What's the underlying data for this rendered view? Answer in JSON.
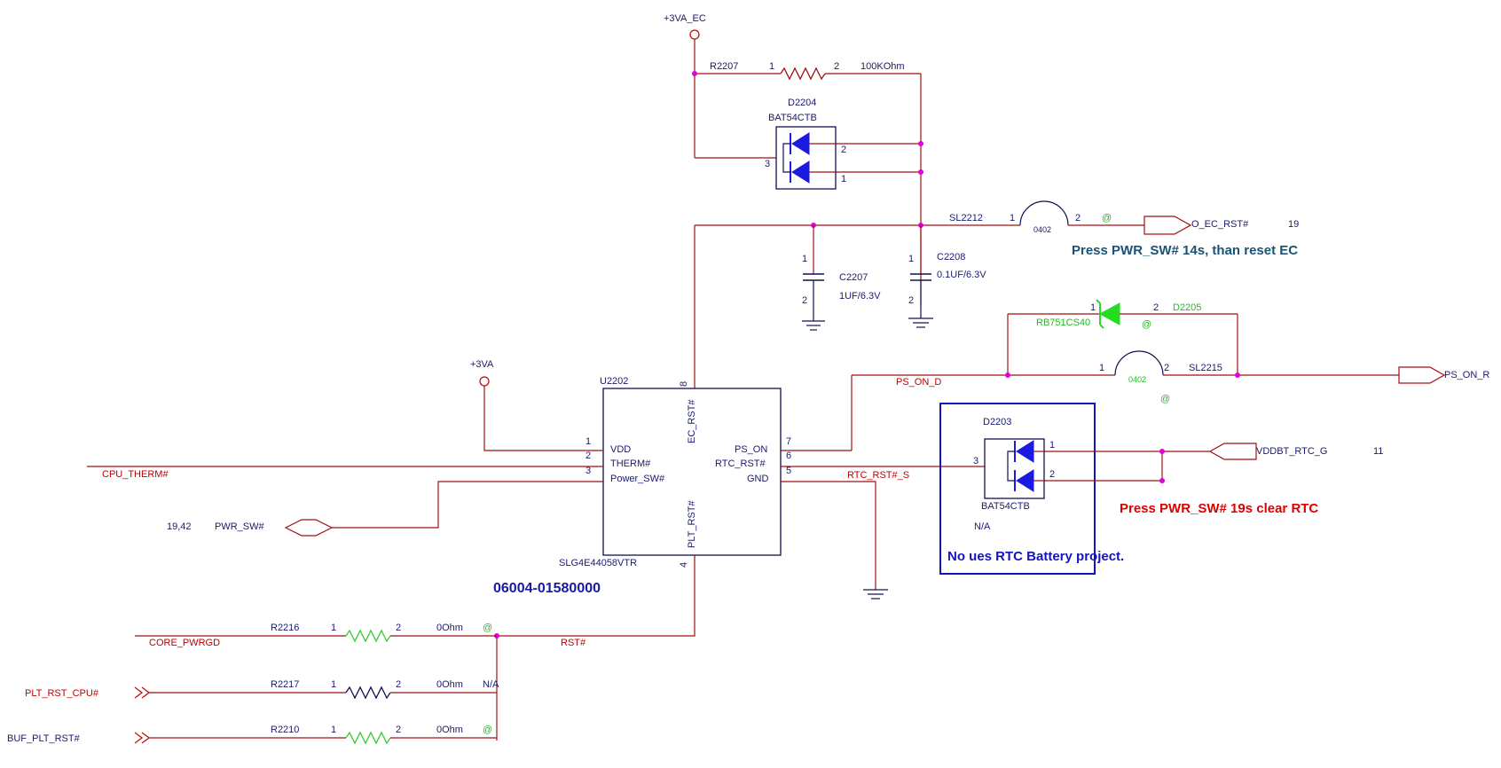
{
  "power": {
    "vaec": "+3VA_EC",
    "va": "+3VA"
  },
  "r2207": {
    "ref": "R2207",
    "p1": "1",
    "p2": "2",
    "val": "100KOhm"
  },
  "d2204": {
    "ref": "D2204",
    "part": "BAT54CTB",
    "p1": "1",
    "p2": "2",
    "p3": "3"
  },
  "sl2212": {
    "ref": "SL2212",
    "p1": "1",
    "p2": "2",
    "pkg": "0402",
    "at": "@"
  },
  "o_ec_rst": {
    "net": "O_EC_RST#",
    "page": "19"
  },
  "note_ec": "Press PWR_SW# 14s, than reset EC",
  "c2207": {
    "ref": "C2207",
    "val": "1UF/6.3V",
    "p1": "1",
    "p2": "2"
  },
  "c2208": {
    "ref": "C2208",
    "val": "0.1UF/6.3V",
    "p1": "1",
    "p2": "2"
  },
  "d2205": {
    "ref": "D2205",
    "part": "RB751CS40",
    "p1": "1",
    "p2": "2",
    "at": "@"
  },
  "sl2215": {
    "ref": "SL2215",
    "p1": "1",
    "p2": "2",
    "pkg": "0402",
    "at": "@"
  },
  "ps_on_r": "PS_ON_R",
  "ps_on_d": "PS_ON_D",
  "u2202": {
    "ref": "U2202",
    "part": "SLG4E44058VTR",
    "pn": "06004-01580000",
    "pins": {
      "vdd": "VDD",
      "therm": "THERM#",
      "pwrsw": "Power_SW#",
      "ps_on": "PS_ON",
      "rtc_rst": "RTC_RST#",
      "gnd": "GND",
      "ec_rst": "EC_RST#",
      "plt_rst": "PLT_RST#"
    },
    "nums": {
      "n1": "1",
      "n2": "2",
      "n3": "3",
      "n4": "4",
      "n5": "5",
      "n6": "6",
      "n7": "7",
      "n8": "8"
    }
  },
  "cpu_therm": "CPU_THERM#",
  "pwr_sw": {
    "net": "PWR_SW#",
    "page": "19,42"
  },
  "rtc_rst_s": "RTC_RST#_S",
  "d2203": {
    "ref": "D2203",
    "part": "BAT54CTB",
    "na": "N/A",
    "p1": "1",
    "p2": "2",
    "p3": "3"
  },
  "vddbt": {
    "net": "VDDBT_RTC_G",
    "page": "11"
  },
  "note_rtc": "Press PWR_SW# 19s clear RTC",
  "note_batt": "No ues RTC Battery project.",
  "r2216": {
    "ref": "R2216",
    "p1": "1",
    "p2": "2",
    "val": "0Ohm",
    "at": "@"
  },
  "core_pwrgd": "CORE_PWRGD",
  "rst": "RST#",
  "r2217": {
    "ref": "R2217",
    "p1": "1",
    "p2": "2",
    "val": "0Ohm",
    "na": "N/A"
  },
  "plt_rst_cpu": "PLT_RST_CPU#",
  "r2210": {
    "ref": "R2210",
    "p1": "1",
    "p2": "2",
    "val": "0Ohm",
    "at": "@"
  },
  "buf_plt_rst": "BUF_PLT_RST#",
  "colors": {
    "wire": "#a01010",
    "junction": "#e000e0",
    "diode": "#1a1ae0",
    "diode_green": "#22dd22"
  }
}
